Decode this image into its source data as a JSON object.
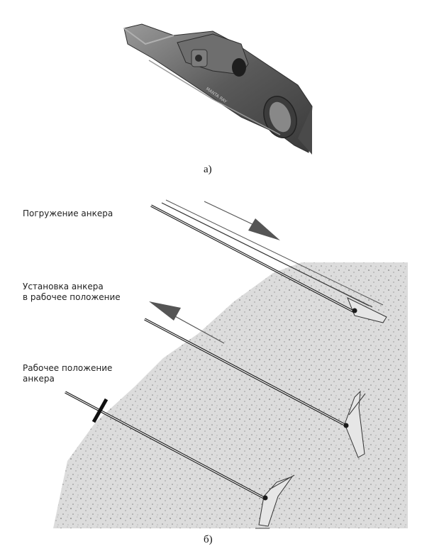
{
  "captions": {
    "part_a": "а)",
    "part_b": "б)"
  },
  "stages": {
    "immersion": "Погружение анкера",
    "setting_line1": "Установка анкера",
    "setting_line2": "в рабочее положение",
    "working_line1": "Рабочее положение",
    "working_line2": "анкера"
  },
  "photo": {
    "engraving": "MANTA RAY"
  },
  "colors": {
    "soil_fill": "#d8d8d8",
    "soil_dot": "#8a8a8a",
    "rod": "#1a1a1a",
    "arrow": "#555555",
    "anchor_body": "#6b6b6b"
  }
}
